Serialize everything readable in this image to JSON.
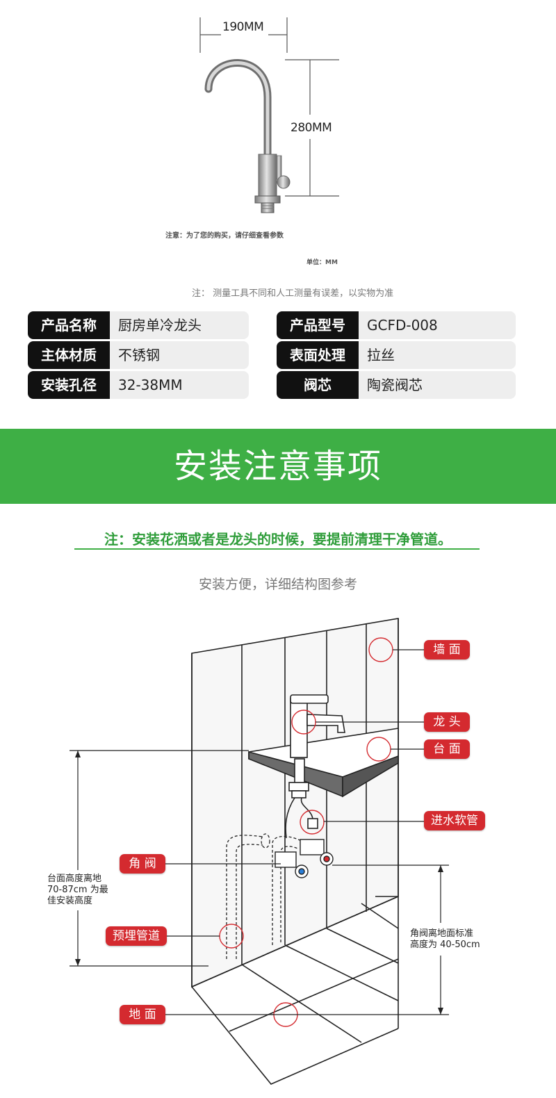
{
  "dimensions": {
    "width_label": "190MM",
    "height_label": "280MM"
  },
  "notes": {
    "purchase_note": "注意：为了您的购买，请仔细查看参数",
    "unit_note": "单位：MM",
    "measure_note": "注：  测量工具不同和人工测量有误差，以实物为准"
  },
  "specs": [
    {
      "label": "产品名称",
      "value": "厨房单冷龙头"
    },
    {
      "label": "产品型号",
      "value": "GCFD-008"
    },
    {
      "label": "主体材质",
      "value": "不锈钢"
    },
    {
      "label": "表面处理",
      "value": "拉丝"
    },
    {
      "label": "安装孔径",
      "value": "32-38MM"
    },
    {
      "label": "阀芯",
      "value": "陶瓷阀芯"
    }
  ],
  "banner": {
    "title": "安装注意事项",
    "color": "#3eaf45"
  },
  "install": {
    "note": "注：安装花洒或者是龙头的时候，要提前清理干净管道。",
    "subtitle": "安装方便，详细结构图参考"
  },
  "diagram_tags": {
    "wall": "墙 面",
    "faucet": "龙 头",
    "counter": "台 面",
    "hose": "进水软管",
    "angle_valve": "角 阀",
    "embedded_pipe": "预埋管道",
    "floor": "地 面",
    "tag_color": "#d42a2f"
  },
  "diagram_text": {
    "counter_height_line1": "台面高度离地",
    "counter_height_line2": "70-87cm 为最",
    "counter_height_line3": "佳安装高度",
    "valve_height_line1": "角阀离地面标准",
    "valve_height_line2": "高度为 40-50cm"
  }
}
